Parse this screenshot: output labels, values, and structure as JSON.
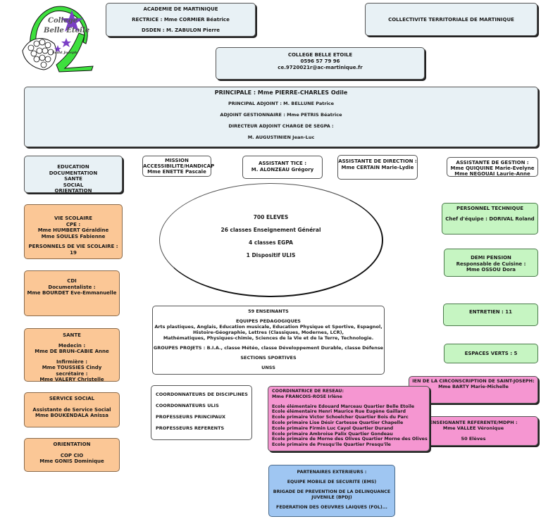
{
  "logo": {
    "name": "College Belle Etoile",
    "subtitle": "Saint Joseph"
  },
  "academie": {
    "lines": [
      "ACADEMIE DE MARTINIQUE",
      "RECTRICE : Mme CORMIER Béatrice",
      "DSDEN : M. ZABULON Pierre"
    ]
  },
  "collectivite": {
    "label": "COLLECTIVITE TERRITORIALE DE MARTINIQUE"
  },
  "college": {
    "lines": [
      "COLLEGE BELLE ETOILE",
      "0596 57 79 96",
      "ce.9720021r@ac-martinique.fr"
    ]
  },
  "direction": {
    "lines": [
      "PRINCIPALE : Mme PIERRE-CHARLES Odile",
      "PRINCIPAL ADJOINT : M. BELLUNE Patrice",
      "ADJOINT GESTIONNAIRE : Mme PETRIS Béatrice",
      "DIRECTEUR ADJOINT CHARGE DE SEGPA :",
      "M. AUGUSTINIEN Jean-Luc"
    ]
  },
  "education": {
    "lines": [
      "EDUCATION",
      "DOCUMENTATION",
      "SANTE",
      "SOCIAL",
      "ORIENTATION"
    ]
  },
  "mission": {
    "lines": [
      "MISSION",
      "ACCESSIBILITE/HANDICAP",
      "Mme ENETTE Pascale"
    ]
  },
  "tice": {
    "lines": [
      "ASSISTANT TICE :",
      "M. ALONZEAU Grégory"
    ]
  },
  "direction_assistant": {
    "lines": [
      "ASSISTANTE DE DIRECTION :",
      "Mme CERTAIN Marie-Lydie"
    ]
  },
  "gestion": {
    "lines": [
      "ASSISTANTE  DE GESTION :",
      "Mme QUIQUINE Marie-Evelyne",
      "Mme NEGOUAI Laurie-Anne"
    ]
  },
  "vie_scolaire": {
    "lines": [
      "VIE SCOLAIRE",
      "CPE :",
      "Mme HUMBERT Géraldine",
      "Mme SOULES Fabienne"
    ],
    "footer": "PERSONNELS  DE VIE SCOLAIRE : 19"
  },
  "cdi": {
    "lines": [
      "CDI",
      "Documentaliste :",
      "Mme BOURDET Eve-Emmanuelle"
    ]
  },
  "sante": {
    "title": "SANTE",
    "lines1": [
      "Medecin :",
      "Mme DE BRUN-CABIE Anne"
    ],
    "lines2": [
      "Infirmière :",
      "Mme TOUSSIES Cindy",
      "secrétaire :",
      "Mme VALERY Christelle"
    ]
  },
  "social": {
    "title": "SERVICE SOCIAL",
    "lines": [
      "Assistante de Service Social",
      "Mme BOUKENDALA Anissa"
    ]
  },
  "orientation": {
    "title": "ORIENTATION",
    "lines": [
      "COP CIO",
      "Mme GONIS Dominique"
    ]
  },
  "eleves": {
    "lines": [
      "700 ELEVES",
      "26 classes Enseignement Général",
      "4 classes EGPA",
      "1 Dispositif ULIS"
    ]
  },
  "enseignants": {
    "title": "59 ENSEINANTS",
    "equipes_title": "EQUIPES PEDAGOGIQUES",
    "equipes": [
      "Arts plastiques, Anglais, Education musicale, Education Physique et Sportive, Espagnol,",
      "Histoire-Géographie, Lettres (Classiques, Modernes, LCR),",
      "Mathématiques, Physiques-chimie,  Sciences de la Vie et de la Terre, Technologie."
    ],
    "projets": "GROUPES PROJETS : B.I.A., classe Météo, classe Développement Durable, classe Défense",
    "sections": "SECTIONS SPORTIVES",
    "unss": "UNSS"
  },
  "coordonnateurs": {
    "lines": [
      "COORDONNATEURS DE DISCIPLINES",
      "COORDONNATEURS ULIS",
      "PROFESSEURS PRINCIPAUX",
      "PROFESSEURS REFERENTS"
    ]
  },
  "reseau": {
    "title": "COORDINATRICE DE RESEAU:",
    "name": "Mme FRANCOIS-ROSE Irlène",
    "ecoles": [
      "Ecole élémentaire Edouard Marceau Quartier Belle Etoile",
      "Ecole élémentaire Henri Maurice Rue Eugène Gaillard",
      "Ecole primaire Victor Schoelcher Quartier Bois du Parc",
      "Ecole primaire Lise Désir Cartesse Quartier Chapelle",
      "Ecole primaire Firmin Luc Cayol Quartier Durand",
      "Ecole primaire Ambroise Palix Quartier Gondeau",
      "Ecole primaire de Morne des Olives Quartier Morne des Olives",
      "Ecole primaire de Presqu'île Quartier Presqu'île"
    ]
  },
  "ien": {
    "lines": [
      "IEN DE LA CIRCONSCRIPTION DE SAINT-JOSEPH:",
      "Mme BARTY Marie-Michelle"
    ]
  },
  "mdph": {
    "lines": [
      "ENSEIGNANTE REFERENTE/MDPH :",
      "Mme VALLEE Véronique"
    ],
    "count": "50 Elèves"
  },
  "technique": {
    "title": "PERSONNEL TECHNIQUE",
    "line": "Chef d'équipe : DORIVAL Roland"
  },
  "demi_pension": {
    "lines": [
      "DEMI PENSION",
      "Responsable de  Cuisine :",
      "Mme OSSOU Dora"
    ]
  },
  "entretien": {
    "label": "ENTRETIEN : 11"
  },
  "espaces_verts": {
    "label": "ESPACES VERTS : 5"
  },
  "partenaires": {
    "title": "PARTENAIRES EXTERIEURS :",
    "lines": [
      "EQUIPE MOBILE DE SECURITE (EMS)",
      "BRIGADE DE PREVENTION DE LA DELINQUANCE JUVENILE (BPDJ)",
      "FEDERATION DES OEUVRES LAIQUES (FOL)..."
    ]
  }
}
